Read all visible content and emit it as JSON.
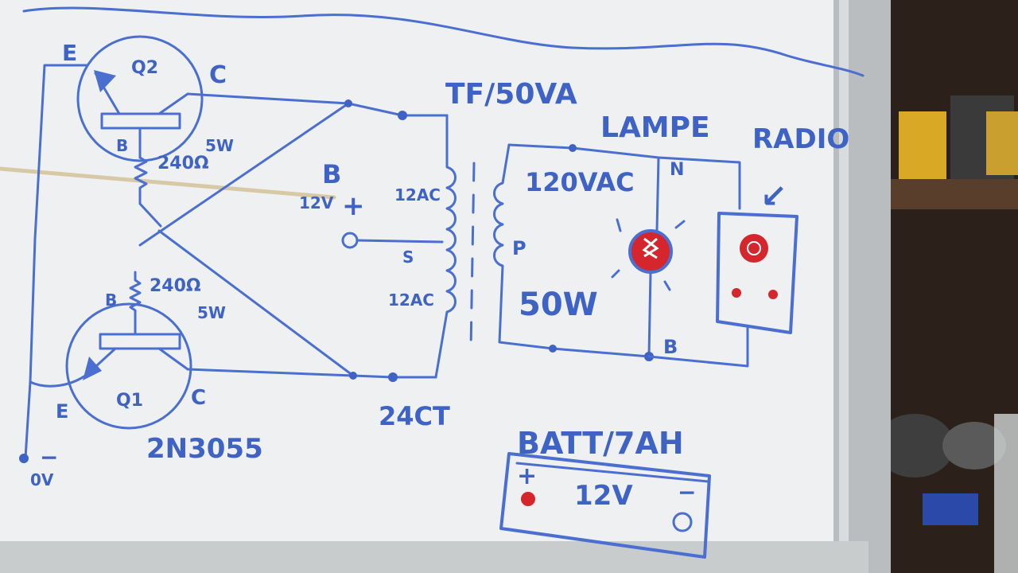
{
  "board": {
    "transistor_q2": {
      "label": "Q2",
      "emitter": "E",
      "collector": "C",
      "base": "B",
      "resistor": "240Ω",
      "watt": "5W"
    },
    "transistor_q1": {
      "label": "Q1",
      "emitter": "E",
      "collector": "C",
      "base": "B",
      "resistor": "240Ω",
      "watt": "5W"
    },
    "part_number": "2N3055",
    "ground": {
      "sign": "−",
      "label": "0V"
    },
    "battery_tap": {
      "letter": "B",
      "voltage": "12V",
      "sign": "+"
    },
    "transformer": {
      "title": "TF/50VA",
      "upper_winding": "12AC",
      "lower_winding": "12AC",
      "center_tap": "S",
      "rating": "24CT",
      "primary": "P"
    },
    "load": {
      "title": "LAMPE",
      "voltage": "120VAC",
      "power": "50W",
      "neutral": "N",
      "bottom": "B",
      "radio_title": "RADIO",
      "radio_arrow": "↙"
    },
    "battery": {
      "title": "BATT/7AH",
      "plus": "+",
      "minus": "−",
      "voltage": "12V"
    }
  }
}
